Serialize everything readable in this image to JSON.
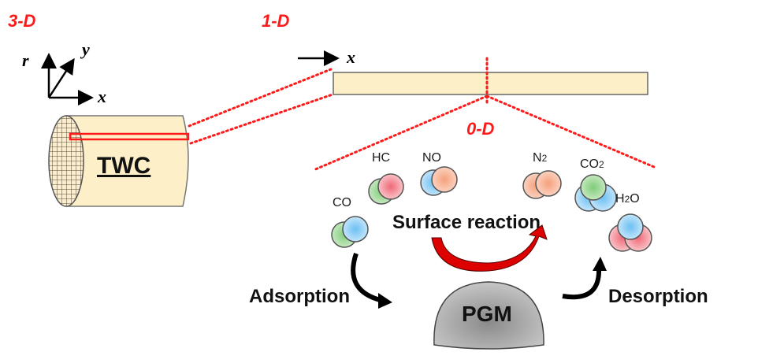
{
  "labels": {
    "three_d": "3-D",
    "one_d": "1-D",
    "zero_d": "0-D"
  },
  "axes_3d": {
    "r": "r",
    "y": "y",
    "x": "x"
  },
  "axis_1d": {
    "x": "x"
  },
  "converter": {
    "label": "TWC"
  },
  "molecules": {
    "reactants": [
      {
        "name": "CO",
        "atoms": [
          "green",
          "blue"
        ]
      },
      {
        "name": "HC",
        "atoms": [
          "green",
          "red"
        ]
      },
      {
        "name": "NO",
        "atoms": [
          "blue",
          "orange"
        ]
      }
    ],
    "products": [
      {
        "name": "N",
        "sub": "2",
        "atoms": [
          "orange",
          "orange"
        ]
      },
      {
        "name": "CO",
        "sub": "2",
        "atoms": [
          "blue",
          "blue",
          "green"
        ]
      },
      {
        "name": "H",
        "sub": "2",
        "suffix": "O",
        "atoms": [
          "red",
          "red",
          "blue"
        ]
      }
    ]
  },
  "processes": {
    "surface_reaction": "Surface reaction",
    "adsorption": "Adsorption",
    "desorption": "Desorption"
  },
  "catalyst": {
    "label": "PGM"
  },
  "colors": {
    "scale_label": "#ff1a1a",
    "monolith": "#fdf0c8",
    "atom_green": "#9fd89a",
    "atom_blue": "#8fcdf5",
    "atom_red": "#f58f98",
    "atom_orange": "#f8b393",
    "reaction_arrow": "#dd0000",
    "pgm": "#a8a8a8"
  }
}
